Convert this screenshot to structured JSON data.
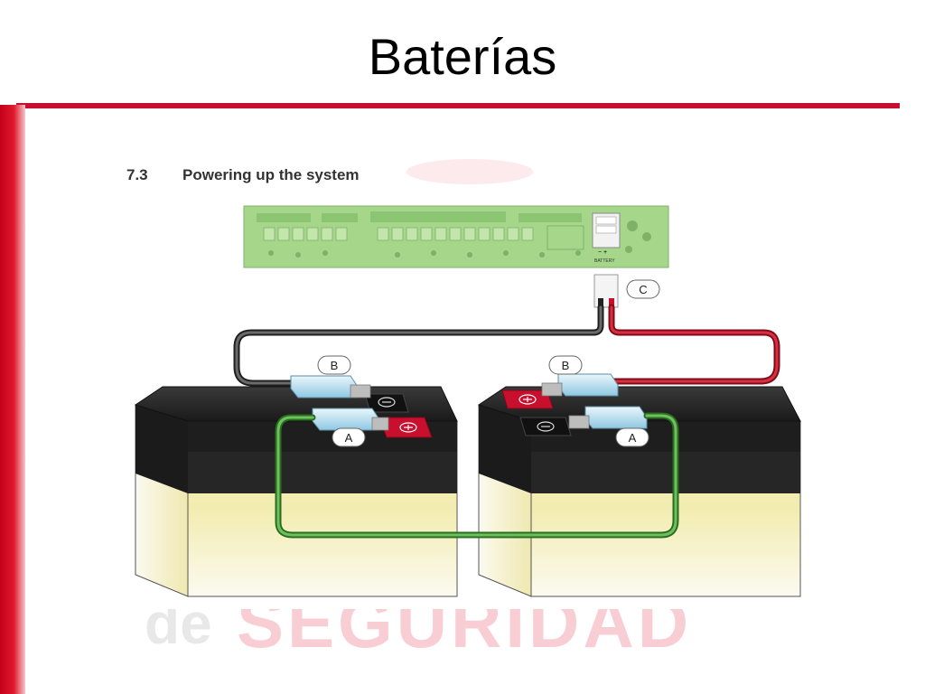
{
  "slide": {
    "title": "Baterías"
  },
  "section": {
    "number": "7.3",
    "title": "Powering up the system"
  },
  "diagram": {
    "callouts": {
      "a_left": "A",
      "a_right": "A",
      "b_left": "B",
      "b_right": "B",
      "c": "C"
    },
    "pcb_battery_label": "BATTERY",
    "watermark_left": "de",
    "watermark_main": "SEGURIDAD",
    "colors": {
      "accent_red": "#c8102e",
      "pcb_green": "#a6d68a",
      "wire_red": "#c8102e",
      "wire_black": "#444444",
      "wire_green": "#4a9a3c"
    }
  }
}
